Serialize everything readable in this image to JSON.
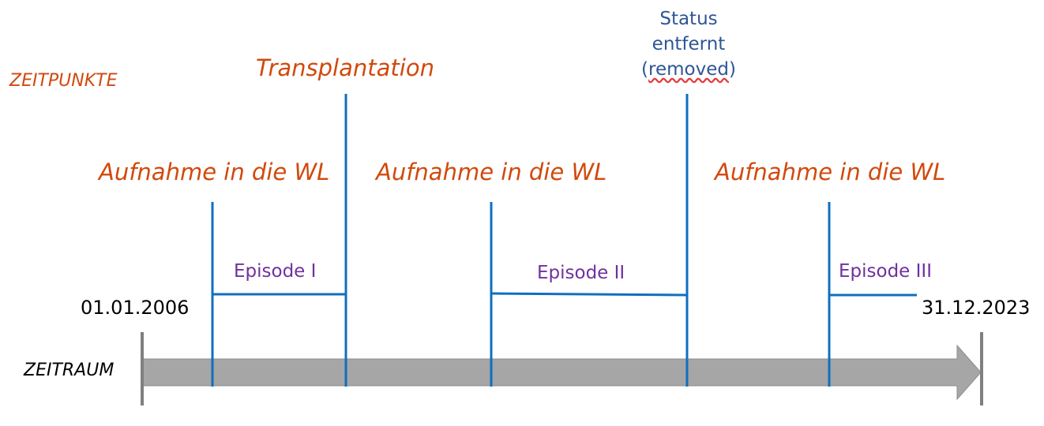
{
  "section_top": "ZEITPUNKTE",
  "section_bottom": "ZEITRAUM",
  "events": {
    "admission_1": "Aufnahme in die WL",
    "transplantation": "Transplantation",
    "admission_2": "Aufnahme in die WL",
    "status_line1": "Status",
    "status_line2": "entfernt",
    "status_line3_open": "(",
    "status_line3_word": "removed",
    "status_line3_close": ")",
    "admission_3": "Aufnahme in die WL"
  },
  "episodes": {
    "episode_1": "Episode I",
    "episode_2": "Episode II",
    "episode_3": "Episode III"
  },
  "dates": {
    "start": "01.01.2006",
    "end": "31.12.2023"
  },
  "colors": {
    "event_label": "#d1490c",
    "episode_label": "#7030a0",
    "status_label": "#2f5597",
    "marker_line": "#0f6fc0",
    "timeline_arrow": "#a6a6a6",
    "timeline_edge": "#7f7f7f"
  }
}
